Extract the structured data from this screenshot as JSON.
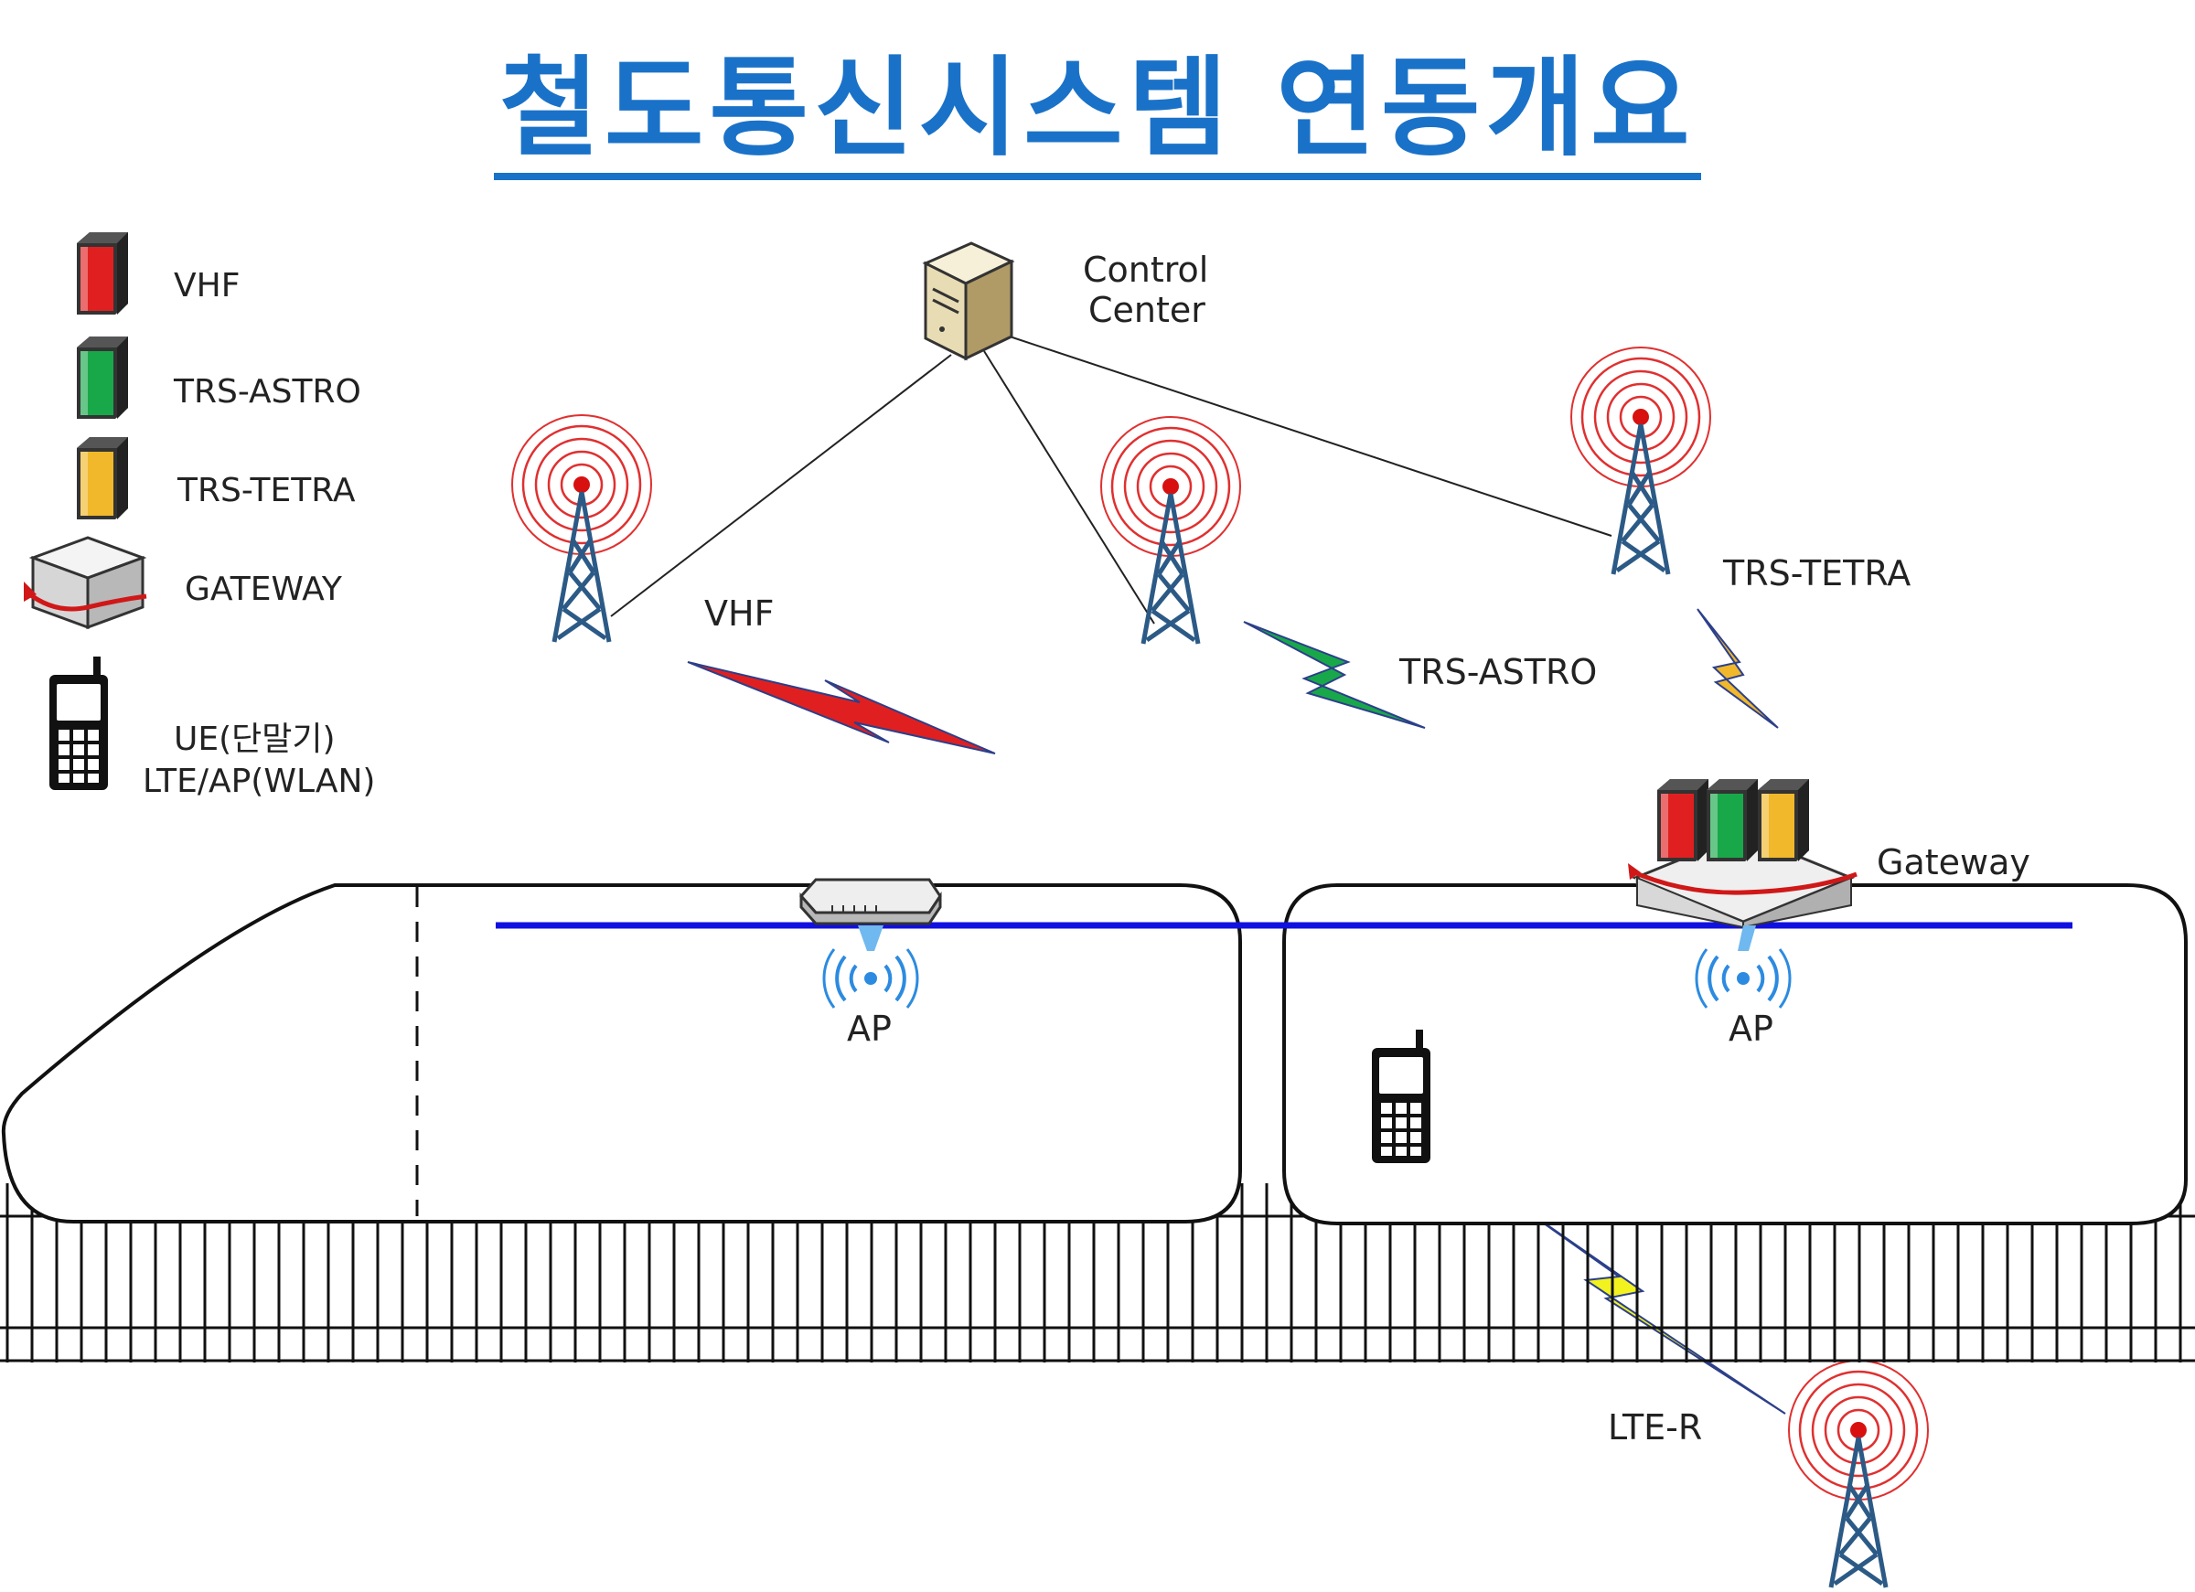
{
  "title": "철도통신시스템 연동개요",
  "legend": {
    "vhf": "VHF",
    "trs_astro": "TRS-ASTRO",
    "trs_tetra": "TRS-TETRA",
    "gateway": "GATEWAY",
    "ue_line1": "UE(단말기)",
    "ue_line2": "LTE/AP(WLAN)"
  },
  "nodes": {
    "control_center_line1": "Control",
    "control_center_line2": "Center",
    "vhf_link": "VHF",
    "trs_astro_link": "TRS-ASTRO",
    "trs_tetra_tower": "TRS-TETRA",
    "gateway": "Gateway",
    "ap_left": "AP",
    "ap_right": "AP",
    "lte_r": "LTE-R"
  },
  "colors": {
    "title": "#1a72c8",
    "vhf": "#e02020",
    "trs_astro": "#18a84a",
    "trs_tetra": "#f0b82a",
    "bus": "#1010e0",
    "signal_ring": "#e03030",
    "tower": "#2c5a86",
    "lte_bolt": "#f2f21e",
    "ap_wave": "#2c8be0"
  },
  "icons": [
    "radio-icon",
    "gateway-icon",
    "phone-icon",
    "server-icon",
    "tower-icon",
    "access-point-icon",
    "lightning-icon",
    "wifi-icon"
  ]
}
